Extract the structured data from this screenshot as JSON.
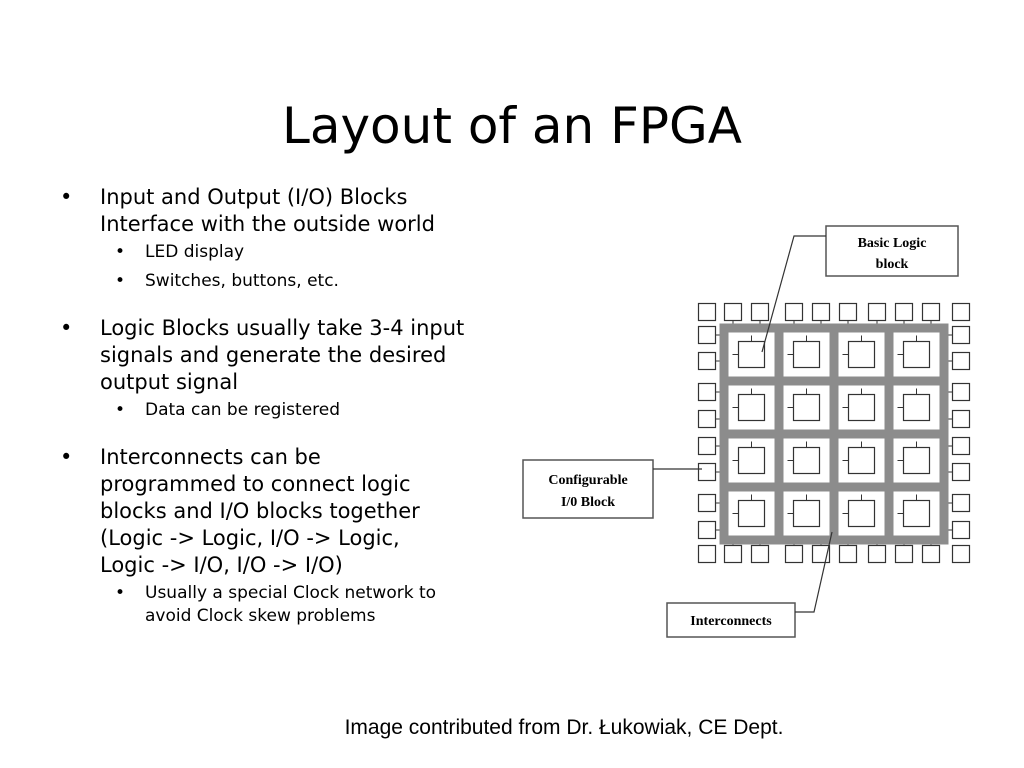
{
  "slide": {
    "title": "Layout of an FPGA",
    "caption": "Image contributed from Dr. Łukowiak, CE Dept."
  },
  "bullets": [
    {
      "lines": [
        "Input and Output (I/O) Blocks",
        "Interface with the outside world"
      ],
      "subs": [
        "LED display",
        "Switches, buttons, etc."
      ]
    },
    {
      "lines": [
        "Logic Blocks usually take 3-4 input",
        "signals and generate the desired",
        "output signal"
      ],
      "subs": [
        "Data can be registered"
      ]
    },
    {
      "lines": [
        "Interconnects can be",
        "programmed to connect logic",
        "blocks and I/O blocks together",
        "(Logic -> Logic, I/O -> Logic,",
        "Logic -> I/O, I/O -> I/O)"
      ],
      "subs": [
        "Usually a special Clock network to",
        "avoid Clock skew problems"
      ]
    }
  ],
  "diagram": {
    "callouts": {
      "logic_block": [
        "Basic Logic",
        "block"
      ],
      "io_block": [
        "Configurable",
        "I/0 Block"
      ],
      "interconnects": [
        "Interconnects"
      ]
    },
    "grid_rows": 4,
    "grid_cols": 4,
    "colors": {
      "interconnect": "#8c8c8c",
      "block_stroke": "#333333",
      "callout_stroke": "#555555"
    }
  }
}
